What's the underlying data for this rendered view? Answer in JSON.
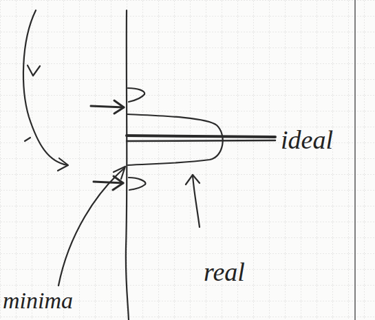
{
  "diagram": {
    "labels": [
      "ideal",
      "real",
      "minima"
    ]
  }
}
